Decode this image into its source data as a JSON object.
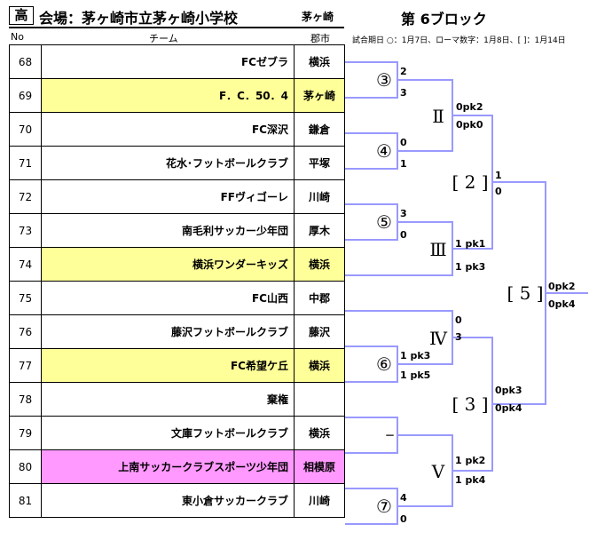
{
  "header": {
    "grade": "高",
    "venue": "会場：茅ヶ崎市立茅ヶ崎小学校",
    "venue_city": "茅ヶ崎",
    "block": "第 6ブロック",
    "legend": "試合期日 ○：1月7日、ローマ数字：1月8日、[ ]：1月14日"
  },
  "columns": {
    "no": "No",
    "team": "チーム",
    "city": "郡市"
  },
  "teams": [
    {
      "no": "68",
      "name": "FCゼブラ",
      "city": "横浜",
      "hl": ""
    },
    {
      "no": "69",
      "name": "F．C．50．4",
      "city": "茅ヶ崎",
      "hl": "yellow"
    },
    {
      "no": "70",
      "name": "FC深沢",
      "city": "鎌倉",
      "hl": ""
    },
    {
      "no": "71",
      "name": "花水･フットボールクラブ",
      "city": "平塚",
      "hl": ""
    },
    {
      "no": "72",
      "name": "FFヴィゴーレ",
      "city": "川崎",
      "hl": ""
    },
    {
      "no": "73",
      "name": "南毛利サッカー少年団",
      "city": "厚木",
      "hl": ""
    },
    {
      "no": "74",
      "name": "横浜ワンダーキッズ",
      "city": "横浜",
      "hl": "yellow"
    },
    {
      "no": "75",
      "name": "FC山西",
      "city": "中郡",
      "hl": ""
    },
    {
      "no": "76",
      "name": "藤沢フットボールクラブ",
      "city": "藤沢",
      "hl": ""
    },
    {
      "no": "77",
      "name": "FC希望ケ丘",
      "city": "横浜",
      "hl": "yellow"
    },
    {
      "no": "78",
      "name": "棄権",
      "city": "",
      "hl": ""
    },
    {
      "no": "79",
      "name": "文庫フットボールクラブ",
      "city": "横浜",
      "hl": ""
    },
    {
      "no": "80",
      "name": "上南サッカークラブスポーツ少年団",
      "city": "相模原",
      "hl": "pink"
    },
    {
      "no": "81",
      "name": "東小倉サッカークラブ",
      "city": "川崎",
      "hl": ""
    }
  ],
  "bracket": {
    "line_color": "#9999ff",
    "match_labels": {
      "m3": "③",
      "m4": "④",
      "m5": "⑤",
      "m6": "⑥",
      "m7": "⑦",
      "mII": "Ⅱ",
      "mIII": "Ⅲ",
      "mIV": "Ⅳ",
      "mV": "Ⅴ",
      "m2": "[ 2 ]",
      "m3b": "[ 3 ]",
      "m5b": "[ 5 ]"
    },
    "scores": {
      "s68": "2",
      "s69": "3",
      "s70": "0",
      "s71": "1",
      "s72": "3",
      "s73": "0",
      "s76": "1 pk3",
      "s77": "1 pk5",
      "s78": "－",
      "s80": "4",
      "s81": "0",
      "sII_top": "0pk2",
      "sII_bot": "0pk0",
      "sIII_top": "1 pk1",
      "sIII_bot": "1 pk3",
      "sIV_top": "0",
      "sIV_bot": "3",
      "sV_top": "1 pk2",
      "sV_bot": "1 pk4",
      "s2_top": "1",
      "s2_bot": "0",
      "s3_top": "0pk3",
      "s3_bot": "0pk4",
      "s5_top": "0pk2",
      "s5_bot": "0pk4"
    }
  }
}
